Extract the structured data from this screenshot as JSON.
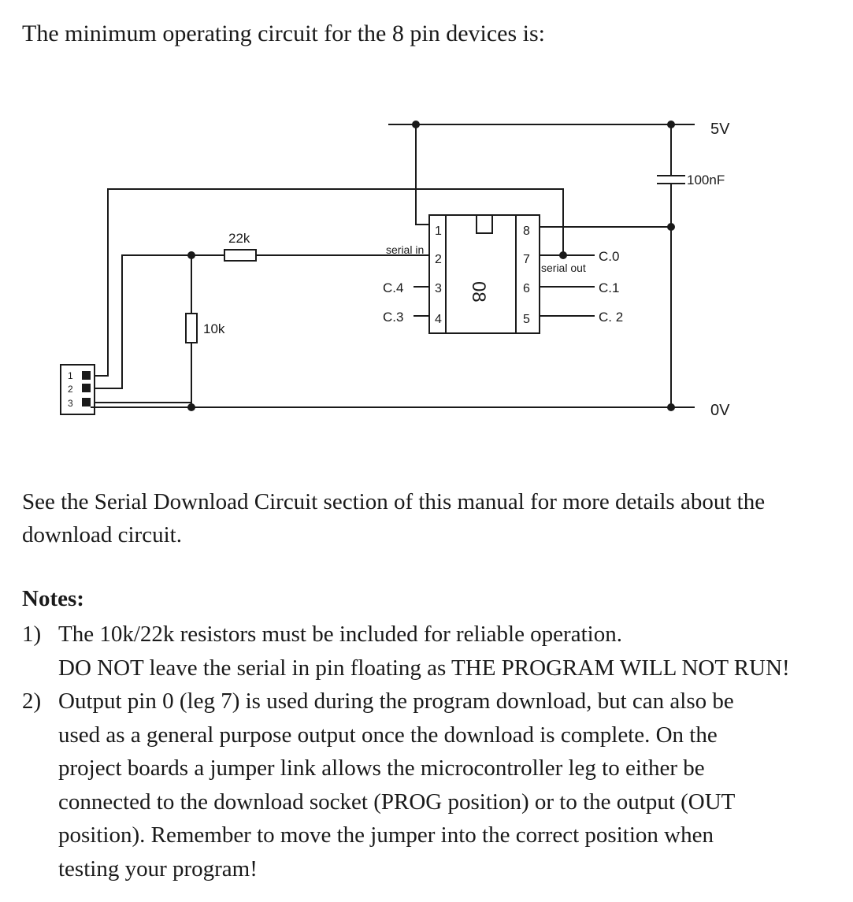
{
  "intro": "The minimum operating circuit for the 8 pin devices is:",
  "circuit": {
    "supply_label": "5V",
    "ground_label": "0V",
    "capacitor_label": "100nF",
    "resistor_series_label": "22k",
    "resistor_pulldown_label": "10k",
    "serial_in_label": "serial in",
    "serial_out_label": "serial out",
    "chip_label": "08",
    "pins": [
      "1",
      "2",
      "3",
      "4",
      "5",
      "6",
      "7",
      "8"
    ],
    "left_port_labels": [
      "C.4",
      "C.3"
    ],
    "right_port_labels": [
      "C.0",
      "C.1",
      "C. 2"
    ],
    "connector_pins": [
      "1",
      "2",
      "3"
    ]
  },
  "see_more": "See the Serial Download Circuit section of this manual for more details about the download circuit.",
  "notes": {
    "heading": "Notes:",
    "items": [
      {
        "number": "1)",
        "lines": [
          "The 10k/22k resistors must be included for reliable operation.",
          "DO NOT leave the serial in pin floating as THE PROGRAM WILL NOT RUN!"
        ]
      },
      {
        "number": "2)",
        "lines": [
          "Output pin 0 (leg 7) is used during the program download, but can also be",
          "used as a general purpose output once the download is complete. On the",
          "project boards a jumper link allows the microcontroller leg to either be",
          "connected to the download socket (PROG position) or to the output (OUT",
          "position). Remember to move the jumper into the correct position when",
          "testing your program!"
        ]
      }
    ]
  }
}
